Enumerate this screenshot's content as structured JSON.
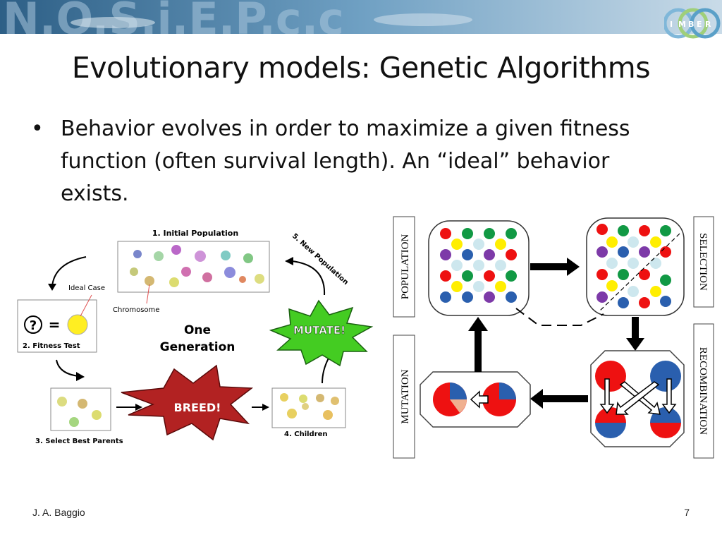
{
  "slide": {
    "title": "Evolutionary models: Genetic Algorithms",
    "bullet": "Behavior evolves in order to maximize a given fitness function (often survival length). An “ideal” behavior exists.",
    "author": "J. A. Baggio",
    "page": "7",
    "logo_text": [
      "I",
      "M",
      "B",
      "E",
      "R"
    ],
    "banner_text": "N.O.S.i.E.P.c.c"
  },
  "ga_cycle": {
    "step1": "1. Initial Population",
    "step2": "2. Fitness Test",
    "step3": "3. Select Best Parents",
    "step4": "4. Children",
    "step5": "5. New Population",
    "ideal_case": "Ideal Case",
    "chromosome": "Chromosome",
    "center_line1": "One",
    "center_line2": "Generation",
    "mutate": "MUTATE!",
    "breed": "BREED!",
    "question": "?",
    "equals": "="
  },
  "ga_loop": {
    "population": "POPULATION",
    "selection": "SELECTION",
    "recombination": "RECOMBINATION",
    "mutation": "MUTATION"
  },
  "colors": {
    "red": "#ee1111",
    "green": "#119944",
    "blue": "#2a5fae",
    "purple": "#7d3aa8",
    "yellow": "#ffee00",
    "lightblue": "#cde7ee"
  }
}
